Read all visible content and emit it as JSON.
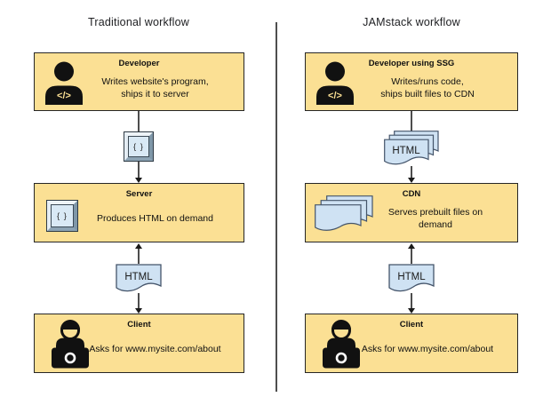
{
  "diagram": {
    "left": {
      "title": "Traditional workflow",
      "developer": {
        "header": "Developer",
        "line1": "Writes website's program,",
        "line2": "ships it to server"
      },
      "server": {
        "header": "Server",
        "line1": "Produces HTML on demand"
      },
      "client": {
        "header": "Client",
        "line1": "Asks for www.mysite.com/about"
      },
      "doc_label": "HTML"
    },
    "right": {
      "title": "JAMstack workflow",
      "developer": {
        "header": "Developer using SSG",
        "line1": "Writes/runs code,",
        "line2": "ships built files to CDN"
      },
      "cdn": {
        "header": "CDN",
        "line1": "Serves prebuilt files on",
        "line2": "demand"
      },
      "client": {
        "header": "Client",
        "line1": "Asks for www.mysite.com/about"
      },
      "stack_label": "HTML",
      "doc_label": "HTML"
    },
    "icons": {
      "developer_glyph": "</>",
      "braces_glyph": "{ }",
      "developer": "person-with-code-icon",
      "client": "person-at-laptop-icon",
      "document": "wavy-bottom-document-icon",
      "braces_key": "code-key-icon",
      "doc_stack": "stacked-documents-icon"
    },
    "colors": {
      "background": "#ffffff",
      "box_fill": "#fbe094",
      "box_border": "#262626",
      "doc_fill": "#cfe2f3",
      "doc_border": "#44546a",
      "key_face": "#d9e9f5",
      "connector": "#4d4d4d",
      "arrow": "#1a1a1a",
      "text": "#111111"
    }
  }
}
